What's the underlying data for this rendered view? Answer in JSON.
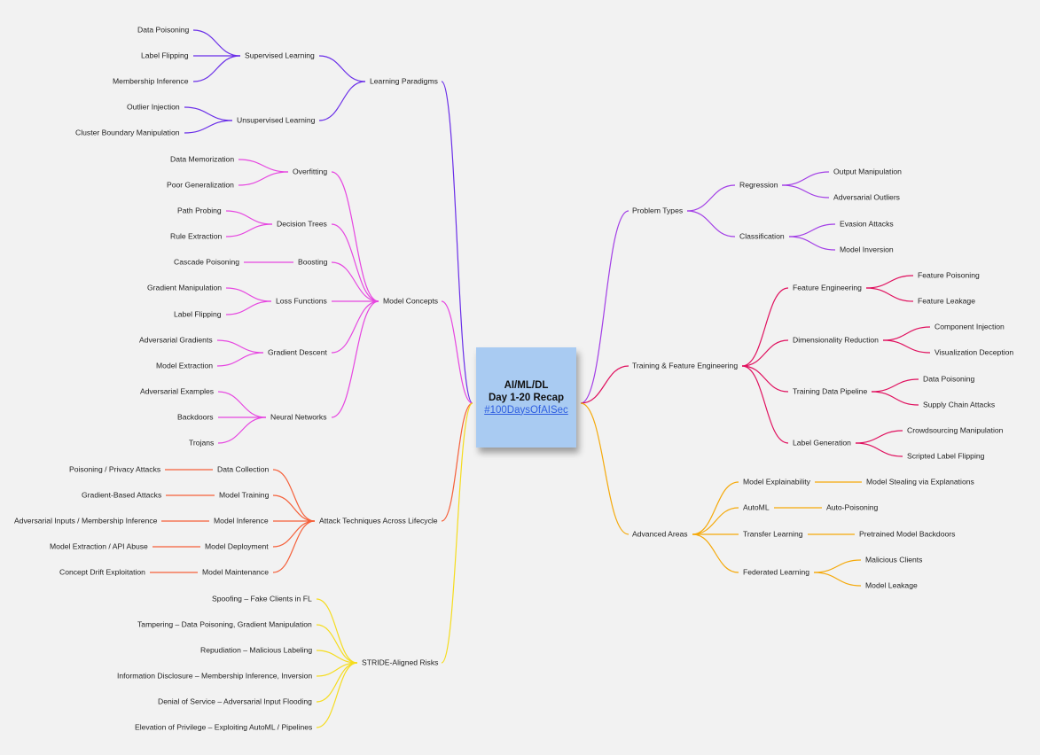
{
  "center": {
    "line1": "AI/ML/DL",
    "line2": "Day 1-20 Recap",
    "hashtag": "#100DaysOfAISec"
  },
  "branches": [
    {
      "label": "Learning Paradigms",
      "side": "left",
      "color": "#6a2ee8",
      "children": [
        {
          "label": "Supervised Learning",
          "children": [
            {
              "label": "Data Poisoning"
            },
            {
              "label": "Label Flipping"
            },
            {
              "label": "Membership Inference"
            }
          ]
        },
        {
          "label": "Unsupervised Learning",
          "children": [
            {
              "label": "Outlier Injection"
            },
            {
              "label": "Cluster Boundary Manipulation"
            }
          ]
        }
      ]
    },
    {
      "label": "Model Concepts",
      "side": "left",
      "color": "#e646e0",
      "children": [
        {
          "label": "Overfitting",
          "children": [
            {
              "label": "Data Memorization"
            },
            {
              "label": "Poor Generalization"
            }
          ]
        },
        {
          "label": "Decision Trees",
          "children": [
            {
              "label": "Path Probing"
            },
            {
              "label": "Rule Extraction"
            }
          ]
        },
        {
          "label": "Boosting",
          "children": [
            {
              "label": "Cascade Poisoning"
            }
          ]
        },
        {
          "label": "Loss Functions",
          "children": [
            {
              "label": "Gradient Manipulation"
            },
            {
              "label": "Label Flipping"
            }
          ]
        },
        {
          "label": "Gradient Descent",
          "children": [
            {
              "label": "Adversarial Gradients"
            },
            {
              "label": "Model Extraction"
            }
          ]
        },
        {
          "label": "Neural Networks",
          "children": [
            {
              "label": "Adversarial Examples"
            },
            {
              "label": "Backdoors"
            },
            {
              "label": "Trojans"
            }
          ]
        }
      ]
    },
    {
      "label": "Attack Techniques Across Lifecycle",
      "side": "left",
      "color": "#f5603a",
      "children": [
        {
          "label": "Data Collection",
          "children": [
            {
              "label": "Poisoning / Privacy Attacks"
            }
          ]
        },
        {
          "label": "Model Training",
          "children": [
            {
              "label": "Gradient-Based Attacks"
            }
          ]
        },
        {
          "label": "Model Inference",
          "children": [
            {
              "label": "Adversarial Inputs / Membership Inference"
            }
          ]
        },
        {
          "label": "Model Deployment",
          "children": [
            {
              "label": "Model Extraction / API Abuse"
            }
          ]
        },
        {
          "label": "Model Maintenance",
          "children": [
            {
              "label": "Concept Drift Exploitation"
            }
          ]
        }
      ]
    },
    {
      "label": "STRIDE-Aligned Risks",
      "side": "left",
      "color": "#f5dc1e",
      "children": [
        {
          "label": "Spoofing – Fake Clients in FL"
        },
        {
          "label": "Tampering – Data Poisoning, Gradient Manipulation"
        },
        {
          "label": "Repudiation – Malicious Labeling"
        },
        {
          "label": "Information Disclosure – Membership Inference, Inversion"
        },
        {
          "label": "Denial of Service – Adversarial Input Flooding"
        },
        {
          "label": "Elevation of Privilege – Exploiting AutoML / Pipelines"
        }
      ]
    },
    {
      "label": "Problem Types",
      "side": "right",
      "color": "#a23ee6",
      "children": [
        {
          "label": "Regression",
          "children": [
            {
              "label": "Output Manipulation"
            },
            {
              "label": "Adversarial Outliers"
            }
          ]
        },
        {
          "label": "Classification",
          "children": [
            {
              "label": "Evasion Attacks"
            },
            {
              "label": "Model Inversion"
            }
          ]
        }
      ]
    },
    {
      "label": "Training & Feature Engineering",
      "side": "right",
      "color": "#e0105e",
      "children": [
        {
          "label": "Feature Engineering",
          "children": [
            {
              "label": "Feature Poisoning"
            },
            {
              "label": "Feature Leakage"
            }
          ]
        },
        {
          "label": "Dimensionality Reduction",
          "children": [
            {
              "label": "Component Injection"
            },
            {
              "label": "Visualization Deception"
            }
          ]
        },
        {
          "label": "Training Data Pipeline",
          "children": [
            {
              "label": "Data Poisoning"
            },
            {
              "label": "Supply Chain Attacks"
            }
          ]
        },
        {
          "label": "Label Generation",
          "children": [
            {
              "label": "Crowdsourcing Manipulation"
            },
            {
              "label": "Scripted Label Flipping"
            }
          ]
        }
      ]
    },
    {
      "label": "Advanced Areas",
      "side": "right",
      "color": "#f5a90a",
      "children": [
        {
          "label": "Model Explainability",
          "children": [
            {
              "label": "Model Stealing via Explanations"
            }
          ]
        },
        {
          "label": "AutoML",
          "children": [
            {
              "label": "Auto-Poisoning"
            }
          ]
        },
        {
          "label": "Transfer Learning",
          "children": [
            {
              "label": "Pretrained Model Backdoors"
            }
          ]
        },
        {
          "label": "Federated Learning",
          "children": [
            {
              "label": "Malicious Clients"
            },
            {
              "label": "Model Leakage"
            }
          ]
        }
      ]
    }
  ]
}
